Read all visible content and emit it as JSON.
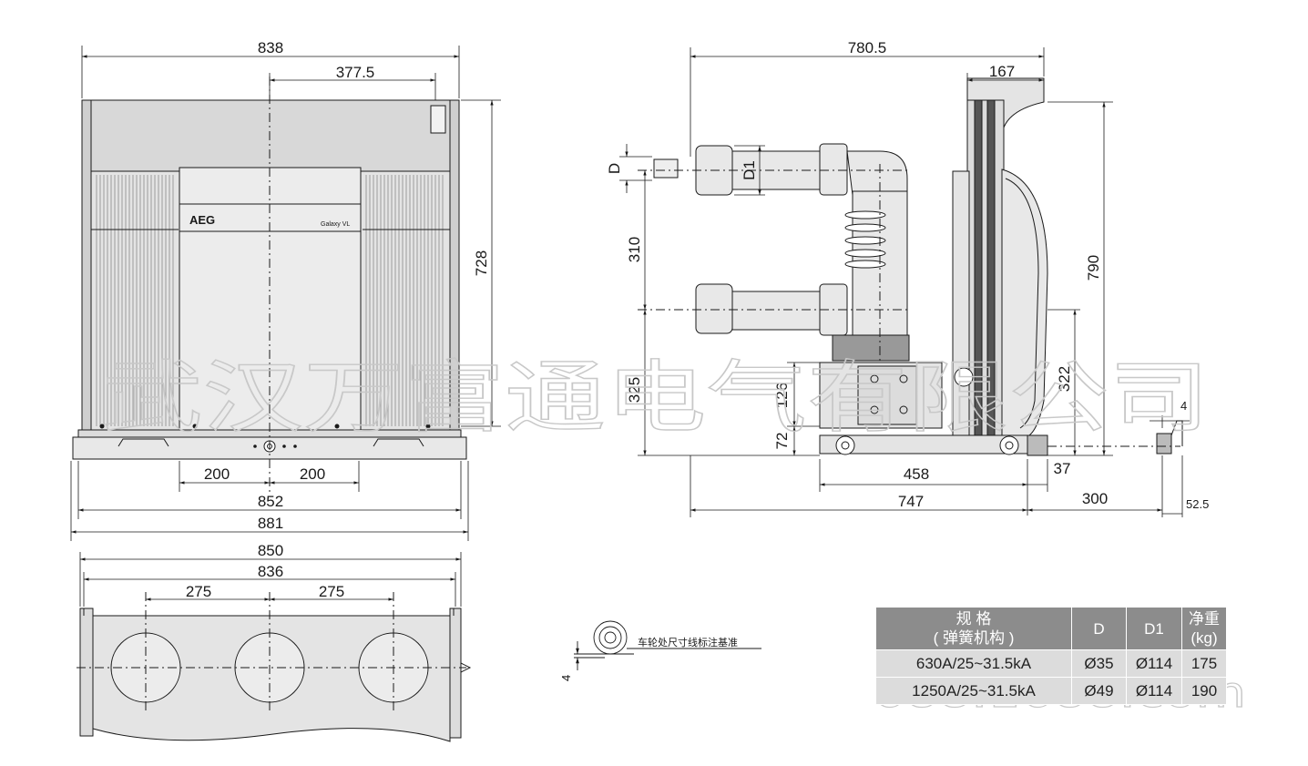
{
  "front_view": {
    "dims": {
      "total_width": "838",
      "half_width": "377.5",
      "height": "728",
      "wheel_left": "200",
      "wheel_right": "200",
      "base_width": "852",
      "overall_width": "881"
    },
    "logo": "AEG",
    "model_label": "Galaxy VL"
  },
  "side_view": {
    "dims": {
      "total_depth": "780.5",
      "top_offset": "167",
      "terminal_d": "D",
      "terminal_d1": "D1",
      "pole_spacing": "310",
      "total_height": "790",
      "lower_terminal_height": "325",
      "plate_height": "126",
      "base_height": "72",
      "chassis_height": "322",
      "rail_gap": "4",
      "chassis_depth": "458",
      "front_offset": "37",
      "rail_extension": "300",
      "depth": "747",
      "handle_width": "52.5"
    }
  },
  "top_view": {
    "dims": {
      "outer_width": "850",
      "inner_width": "836",
      "left_spacing": "275",
      "right_spacing": "275"
    }
  },
  "wheel_note": {
    "label": "车轮处尺寸线标注基准",
    "offset": "4"
  },
  "watermark": {
    "company": "武汉万富通电气有限公司",
    "site": "688.1688.com"
  },
  "spec_table": {
    "headers": {
      "spec_line1": "规 格",
      "spec_line2": "( 弹簧机构 )",
      "d": "D",
      "d1": "D1",
      "weight_line1": "净重",
      "weight_line2": "(kg)"
    },
    "rows": [
      {
        "spec": "630A/25~31.5kA",
        "d": "Ø35",
        "d1": "Ø114",
        "weight": "175"
      },
      {
        "spec": "1250A/25~31.5kA",
        "d": "Ø49",
        "d1": "Ø114",
        "weight": "190"
      }
    ]
  },
  "colors": {
    "body": "#e4e4e4",
    "line": "#1a1a1a",
    "table_header": "#8c8c8c",
    "table_cell": "#dcdcdc"
  }
}
